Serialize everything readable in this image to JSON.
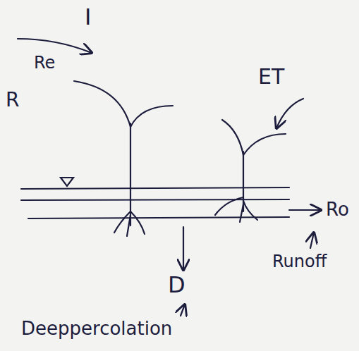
{
  "diagram": {
    "labels": [
      "I",
      "Re",
      "R",
      "ET",
      "Ro",
      "Runoff",
      "D",
      "Deeppercolation"
    ]
  }
}
